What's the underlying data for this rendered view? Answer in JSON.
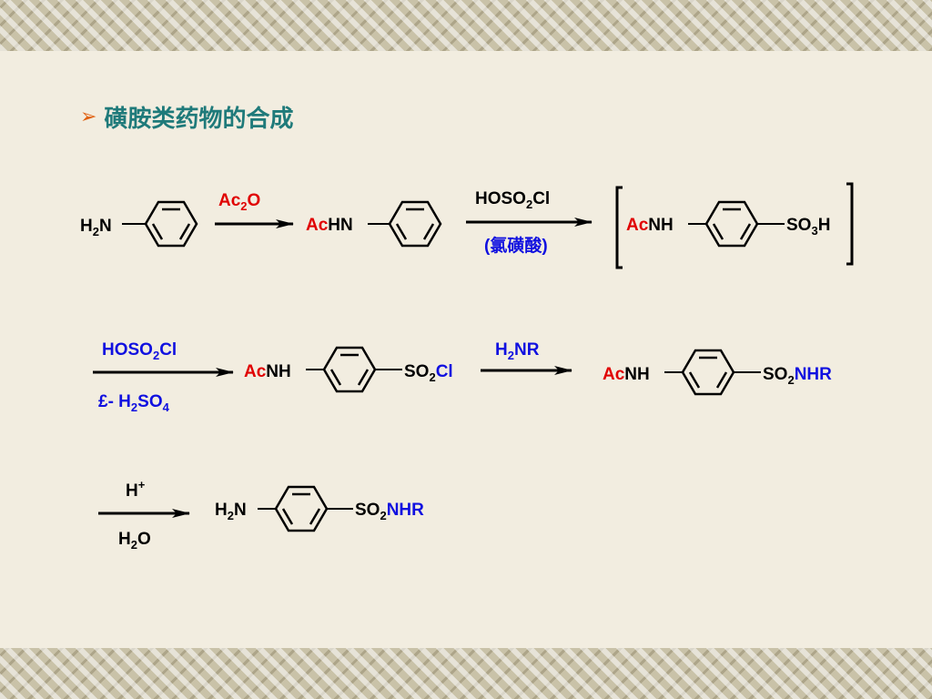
{
  "slide": {
    "title": "磺胺类药物的合成",
    "bullet": "➢"
  },
  "scheme": {
    "row1": {
      "start": {
        "h": "H",
        "sub": "2",
        "n": "N"
      },
      "reagent1": {
        "ac": "Ac",
        "sub": "2",
        "o": "O"
      },
      "product1": {
        "ac": "Ac",
        "rest": "HN"
      },
      "reagent2": {
        "a": "HOSO",
        "sub": "2",
        "b": "Cl",
        "cn": "(氯磺酸)"
      },
      "intermediate": {
        "ac": "Ac",
        "nh": "NH",
        "so": "SO",
        "sub": "3",
        "h": "H"
      }
    },
    "row2": {
      "reagent3": {
        "a": "HOSO",
        "sub": "2",
        "b": "Cl",
        "below_a": "£- H",
        "below_sub1": "2",
        "below_b": "SO",
        "below_sub2": "4"
      },
      "product2": {
        "ac": "Ac",
        "nh": "NH",
        "so": "SO",
        "sub": "2",
        "cl": "Cl"
      },
      "reagent4": {
        "h": "H",
        "sub": "2",
        "nr": "NR"
      },
      "product3": {
        "ac": "Ac",
        "nh": "NH",
        "so": "SO",
        "sub": "2",
        "nhr": "NHR"
      }
    },
    "row3": {
      "reagent5": {
        "h": "H",
        "sup": "+",
        "below_h": "H",
        "below_sub": "2",
        "below_o": "O"
      },
      "product4": {
        "h": "H",
        "sub": "2",
        "n": "N",
        "so": "SO",
        "sub2": "2",
        "nhr": "NHR"
      }
    }
  },
  "colors": {
    "title": "#1f7a7a",
    "bullet": "#e06010",
    "acetyl": "#e00000",
    "reagent": "#1010e0"
  }
}
